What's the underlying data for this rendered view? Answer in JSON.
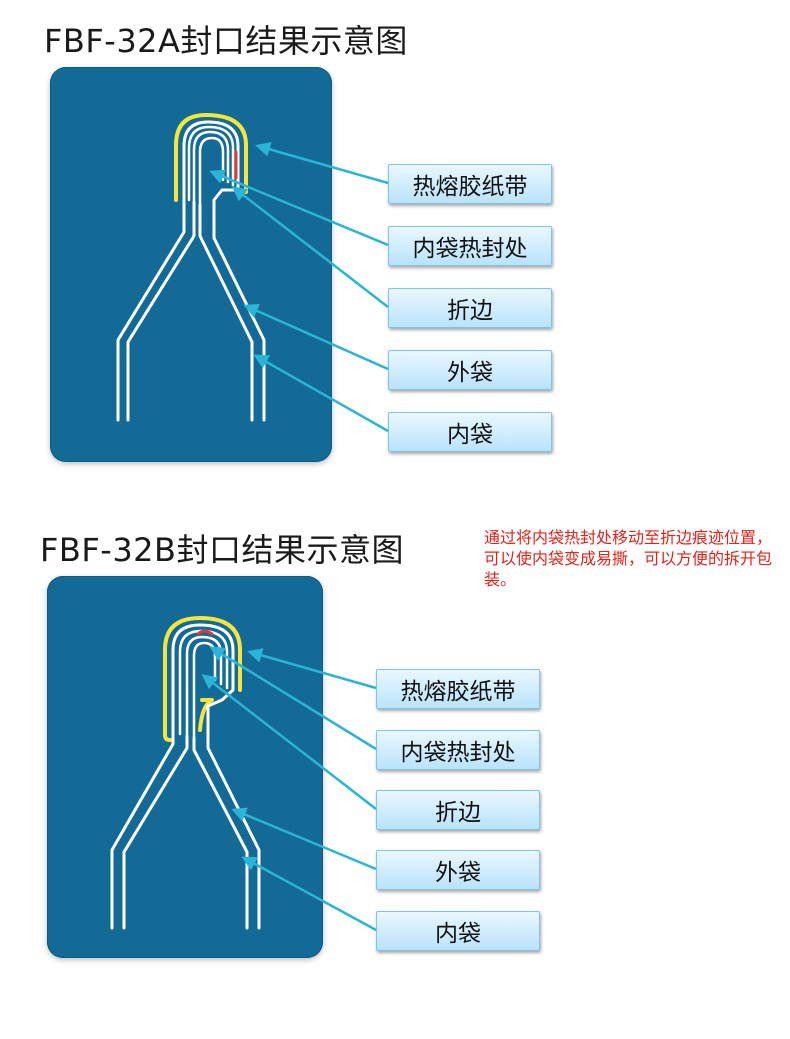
{
  "diagram_a": {
    "title": "FBF-32A封口结果示意图",
    "labels": [
      "热熔胶纸带",
      "内袋热封处",
      "折边",
      "外袋",
      "内袋"
    ]
  },
  "diagram_b": {
    "title": "FBF-32B封口结果示意图",
    "labels": [
      "热熔胶纸带",
      "内袋热封处",
      "折边",
      "外袋",
      "内袋"
    ]
  },
  "note": "通过将内袋热封处移动至折边痕迹位置，可以使内袋变成易撕，可以方便的拆开包装。",
  "colors": {
    "panel": "#136a97",
    "bag_lines": "#ffffff",
    "tape": "#f5e53b",
    "seal_mark": "#e53935",
    "arrow": "#2ab4d6",
    "note_text": "#e2231a"
  }
}
